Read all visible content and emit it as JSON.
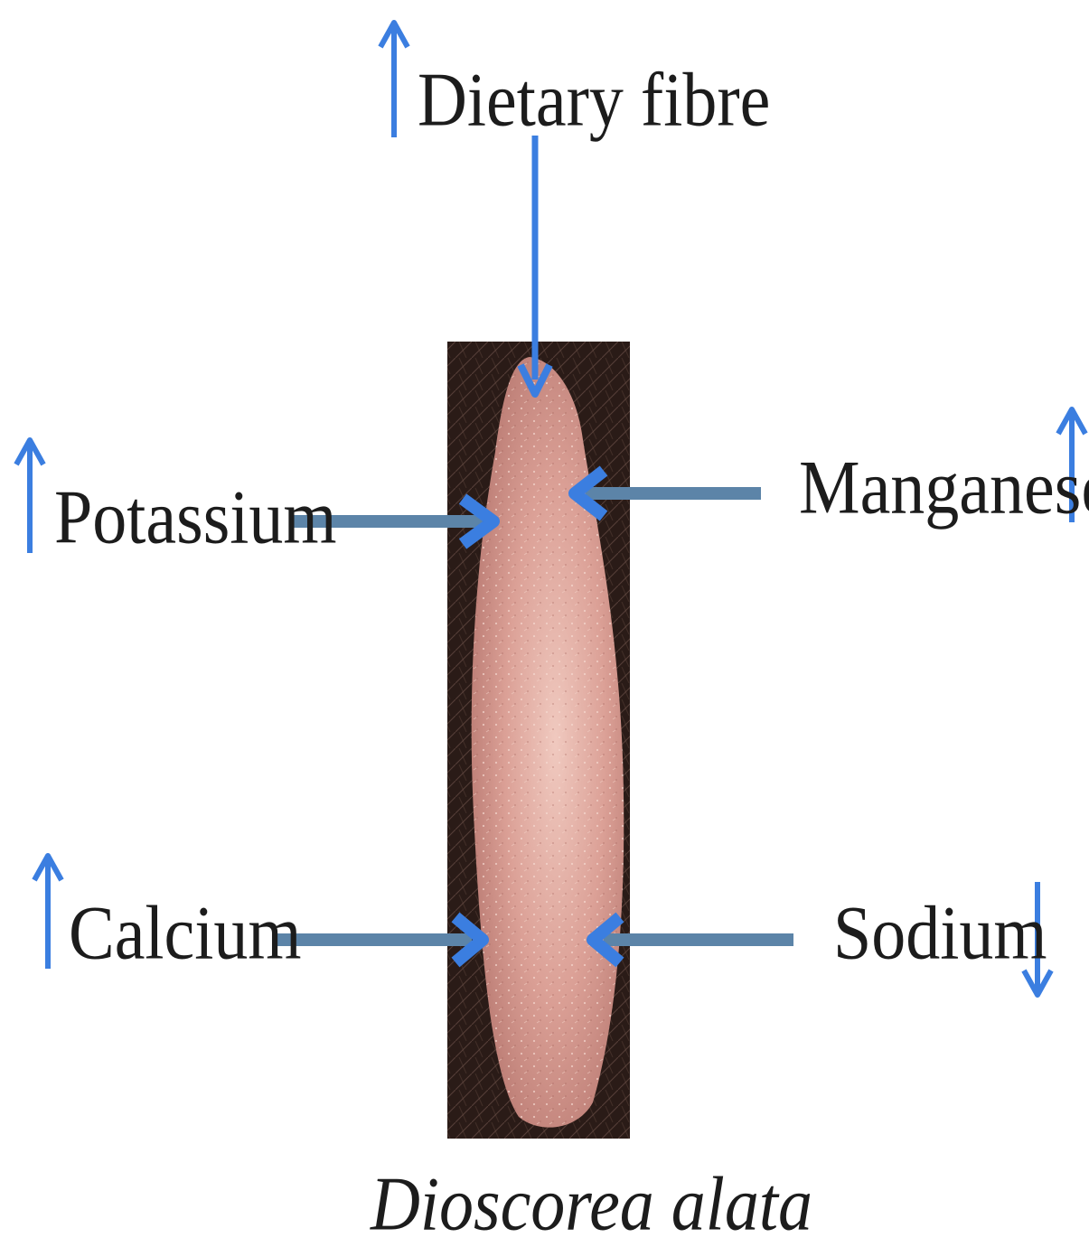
{
  "nutrients": [
    {
      "name": "Dietary fibre",
      "trend": "up"
    },
    {
      "name": "Potassium",
      "trend": "up"
    },
    {
      "name": "Manganese",
      "trend": "up"
    },
    {
      "name": "Calcium",
      "trend": "up"
    },
    {
      "name": "Sodium",
      "trend": "down"
    }
  ],
  "caption": "Dioscorea alata",
  "colors": {
    "trend_arrow": "#3b7ee0",
    "connector": "#5c84a8",
    "photo_background": "#2a1b17",
    "tuber": "#d89f94"
  },
  "icons": {
    "increase": "arrow-up-icon",
    "decrease": "arrow-down-icon"
  }
}
